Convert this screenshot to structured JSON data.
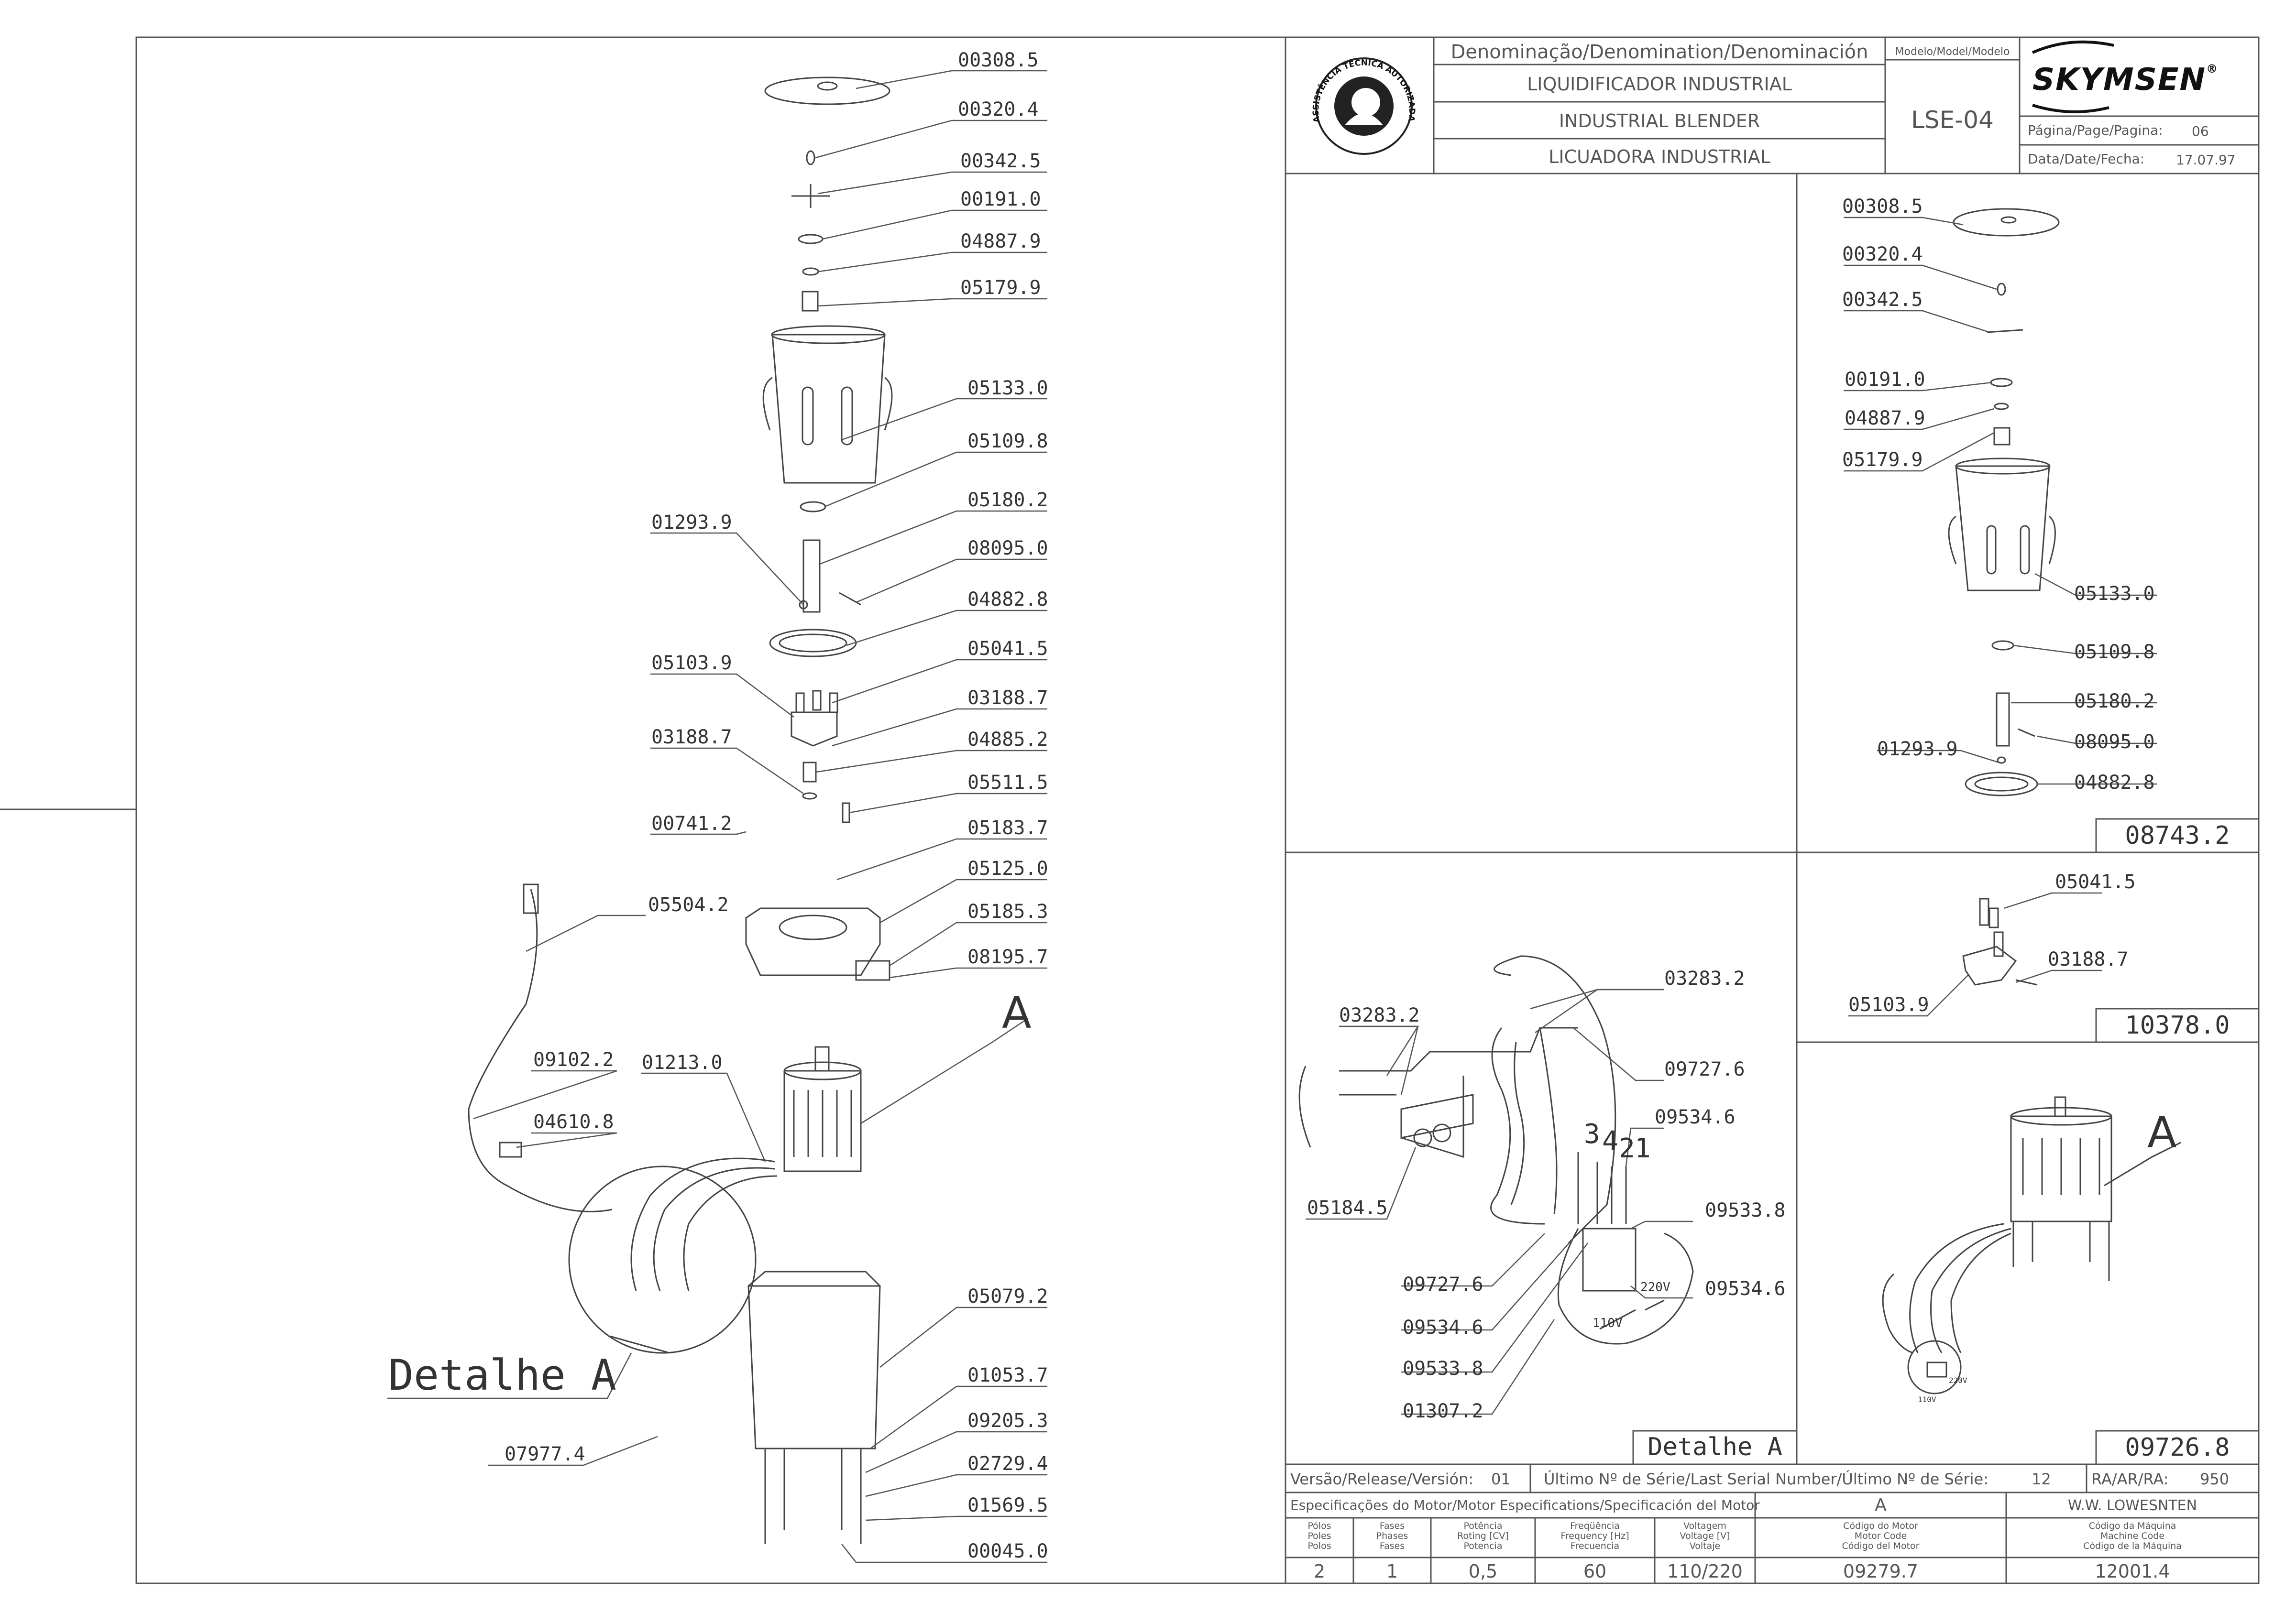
{
  "title_block": {
    "denomination_header": "Denominação/Denomination/Denominación",
    "model_header": "Modelo/Model/Modelo",
    "names": [
      "LIQUIDIFICADOR INDUSTRIAL",
      "INDUSTRIAL BLENDER",
      "LICUADORA INDUSTRIAL"
    ],
    "model": "LSE-04",
    "brand": "SKYMSEN",
    "brand_mark": "®",
    "page_label": "Página/Page/Pagina:",
    "page_value": "06",
    "date_label": "Data/Date/Fecha:",
    "date_value": "17.07.97",
    "seal_text": "ASSISTÊNCIA TÉCNICA AUTORIZADA"
  },
  "main_view": {
    "right_labels": [
      "00308.5",
      "00320.4",
      "00342.5",
      "00191.0",
      "04887.9",
      "05179.9",
      "05133.0",
      "05109.8",
      "05180.2",
      "08095.0",
      "04882.8",
      "05041.5",
      "03188.7",
      "04885.2",
      "05511.5",
      "05183.7",
      "05125.0",
      "05185.3",
      "08195.7",
      "05079.2",
      "01053.7",
      "09205.3",
      "02729.4",
      "01569.5",
      "00045.0"
    ],
    "left_labels": [
      "01293.9",
      "05103.9",
      "03188.7",
      "00741.2",
      "05504.2",
      "09102.2",
      "04610.8",
      "01213.0",
      "07977.4"
    ],
    "section_letter": "A",
    "detail_title": "Detalhe  A"
  },
  "jar_assembly": {
    "labels": [
      "00308.5",
      "00320.4",
      "00342.5",
      "00191.0",
      "04887.9",
      "05179.9",
      "05133.0",
      "05109.8",
      "05180.2",
      "01293.9",
      "08095.0",
      "04882.8"
    ],
    "code": "08743.2"
  },
  "coupling_assembly": {
    "labels": [
      "05041.5",
      "03188.7",
      "05103.9"
    ],
    "code": "10378.0"
  },
  "motor_assembly": {
    "letter": "A",
    "code": "09726.8",
    "volt_labels": [
      "220V",
      "110V"
    ]
  },
  "detail_a": {
    "labels_right": [
      "03283.2",
      "09727.6",
      "09534.6",
      "09533.8",
      "09534.6"
    ],
    "labels_left": [
      "03283.2",
      "05184.5",
      "09727.6",
      "09534.6",
      "09533.8",
      "01307.2"
    ],
    "terminal_numbers": [
      "3",
      "4",
      "2",
      "1"
    ],
    "volt_labels": [
      "220V",
      "110V"
    ],
    "title": "Detalhe  A"
  },
  "footer": {
    "version_label": "Versão/Release/Versión:",
    "version_value": "01",
    "serial_label": "Último Nº de Série/Last Serial Number/Último Nº de Série:",
    "serial_value": "12",
    "ra_label": "RA/AR/RA:",
    "ra_value": "950",
    "motor_spec_label": "Especificações do Motor/Motor Especifications/Specificación del Motor",
    "motor_code_letter": "A",
    "maker": "W.W. LOWESNTEN",
    "columns": [
      {
        "h": [
          "Pólos",
          "Poles",
          "Polos"
        ],
        "v": "2"
      },
      {
        "h": [
          "Fases",
          "Phases",
          "Fases"
        ],
        "v": "1"
      },
      {
        "h": [
          "Potência",
          "Roting [CV]",
          "Potencia"
        ],
        "v": "0,5"
      },
      {
        "h": [
          "Freqüência",
          "Frequency [Hz]",
          "Frecuencia"
        ],
        "v": "60"
      },
      {
        "h": [
          "Voltagem",
          "Voltage [V]",
          "Voltaje"
        ],
        "v": "110/220"
      },
      {
        "h": [
          "Código do Motor",
          "Motor Code",
          "Código del Motor"
        ],
        "v": "09279.7"
      },
      {
        "h": [
          "Código da Máquina",
          "Machine Code",
          "Código de la Máquina"
        ],
        "v": "12001.4"
      }
    ]
  }
}
